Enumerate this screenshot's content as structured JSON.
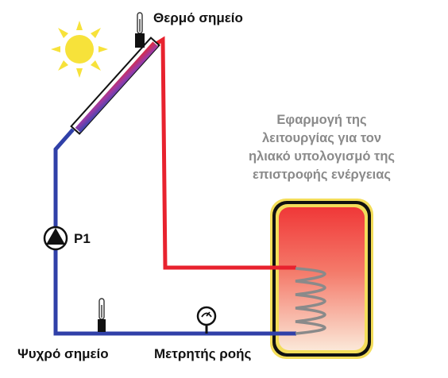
{
  "labels": {
    "hot_point": "Θερμό σημείο",
    "cold_point": "Ψυχρό σημείο",
    "flow_meter": "Μετρητής ροής",
    "pump": "P1"
  },
  "description": {
    "lines": [
      "Εφαρμογή της",
      "λειτουργίας για τον",
      "ηλιακό υπολογισμό της",
      "επιστροφής ενέργειας"
    ]
  },
  "colors": {
    "hot_pipe": "#e8222e",
    "cold_pipe": "#3040a8",
    "sun": "#f7e23a",
    "tank_outline": "#f3dd5a",
    "tank_hot": "#f03838",
    "tank_cold": "#fbe8d8",
    "coil": "#8a8a8a"
  },
  "icons": [
    "sun-icon",
    "thermometer-icon",
    "pump-icon",
    "flow-meter-icon",
    "solar-collector",
    "storage-tank",
    "heat-exchanger-coil"
  ]
}
